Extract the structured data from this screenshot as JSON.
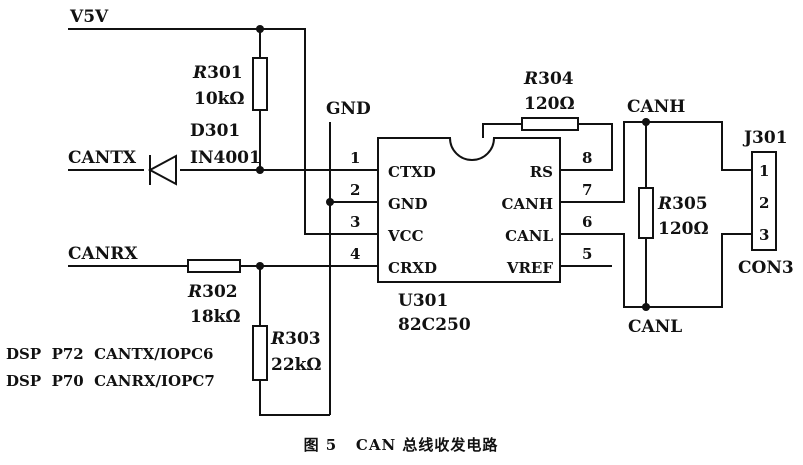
{
  "nets": {
    "v5v": "V5V",
    "gnd": "GND",
    "cantx": "CANTX",
    "canrx": "CANRX",
    "canh": "CANH",
    "canl": "CANL"
  },
  "components": {
    "r301": {
      "ref_letter": "R",
      "ref_num": "301",
      "value": "10kΩ"
    },
    "d301": {
      "ref": "D301",
      "value": "IN4001"
    },
    "r302": {
      "ref_letter": "R",
      "ref_num": "302",
      "value": "18kΩ"
    },
    "r303": {
      "ref_letter": "R",
      "ref_num": "303",
      "value": "22kΩ"
    },
    "r304": {
      "ref_letter": "R",
      "ref_num": "304",
      "value": "120Ω"
    },
    "r305": {
      "ref_letter": "R",
      "ref_num": "305",
      "value": "120Ω"
    },
    "u301": {
      "ref": "U301",
      "value": "82C250",
      "pins_left": [
        {
          "num": "1",
          "name": "CTXD"
        },
        {
          "num": "2",
          "name": "GND"
        },
        {
          "num": "3",
          "name": "VCC"
        },
        {
          "num": "4",
          "name": "CRXD"
        }
      ],
      "pins_right": [
        {
          "num": "8",
          "name": "RS"
        },
        {
          "num": "7",
          "name": "CANH"
        },
        {
          "num": "6",
          "name": "CANL"
        },
        {
          "num": "5",
          "name": "VREF"
        }
      ]
    },
    "j301": {
      "ref": "J301",
      "value": "CON3",
      "pins": [
        "1",
        "2",
        "3"
      ]
    }
  },
  "notes": [
    "DSP  P72  CANTX/IOPC6",
    "DSP  P70  CANRX/IOPC7"
  ],
  "caption": "图 5   CAN 总线收发电路"
}
